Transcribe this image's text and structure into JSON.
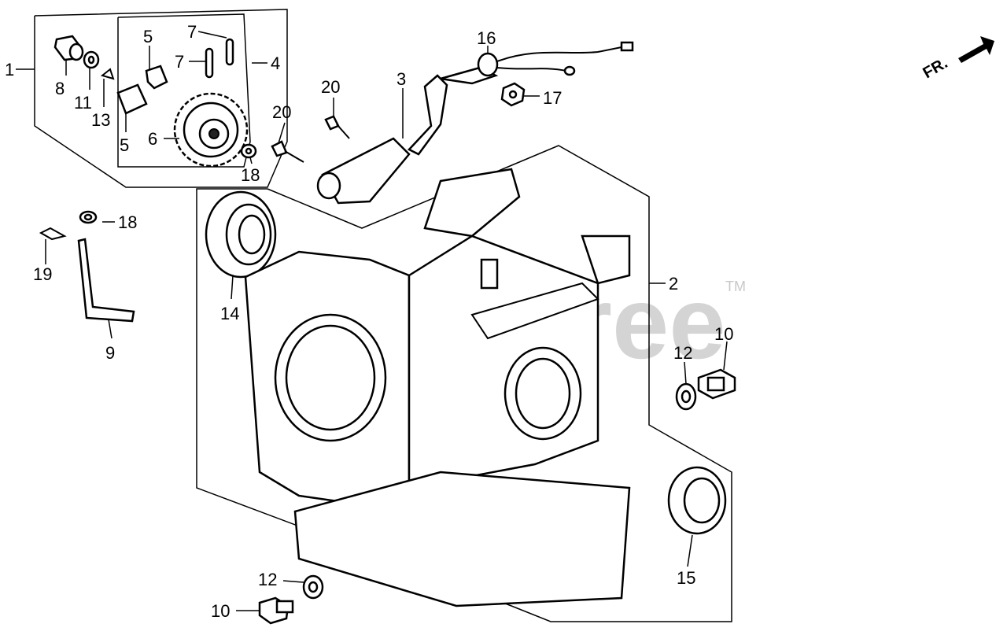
{
  "watermark": {
    "text": "PartsTree",
    "mark": "TM"
  },
  "direction": {
    "label": "FR.",
    "icon": "front-arrow-icon"
  },
  "callouts": [
    {
      "id": "c1",
      "text": "1"
    },
    {
      "id": "c2",
      "text": "2"
    },
    {
      "id": "c3",
      "text": "3"
    },
    {
      "id": "c4",
      "text": "4"
    },
    {
      "id": "c5a",
      "text": "5"
    },
    {
      "id": "c5b",
      "text": "5"
    },
    {
      "id": "c6",
      "text": "6"
    },
    {
      "id": "c7a",
      "text": "7"
    },
    {
      "id": "c7b",
      "text": "7"
    },
    {
      "id": "c8",
      "text": "8"
    },
    {
      "id": "c9",
      "text": "9"
    },
    {
      "id": "c10a",
      "text": "10"
    },
    {
      "id": "c10b",
      "text": "10"
    },
    {
      "id": "c11",
      "text": "11"
    },
    {
      "id": "c12a",
      "text": "12"
    },
    {
      "id": "c12b",
      "text": "12"
    },
    {
      "id": "c13",
      "text": "13"
    },
    {
      "id": "c14",
      "text": "14"
    },
    {
      "id": "c15",
      "text": "15"
    },
    {
      "id": "c16",
      "text": "16"
    },
    {
      "id": "c17",
      "text": "17"
    },
    {
      "id": "c18a",
      "text": "18"
    },
    {
      "id": "c18b",
      "text": "18"
    },
    {
      "id": "c19",
      "text": "19"
    },
    {
      "id": "c20a",
      "text": "20"
    },
    {
      "id": "c20b",
      "text": "20"
    }
  ]
}
